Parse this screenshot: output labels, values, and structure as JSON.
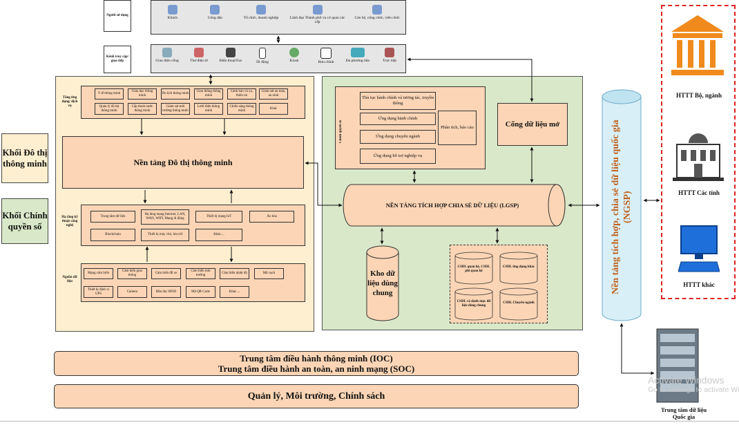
{
  "users_row": {
    "label": "Người sử dụng",
    "items": [
      "Khách",
      "Công dân",
      "Tổ chức, doanh nghiệp",
      "Lãnh đạo Thành phố và cơ quan các cấp",
      "Cán bộ, công chức, viên chức"
    ]
  },
  "channels_row": {
    "label": "Kênh truy cập/ giao tiếp",
    "items": [
      "Giao diện cổng",
      "Thư điện tử",
      "Điện thoại/Fax",
      "Di động",
      "Kiosk",
      "Bưu chính",
      "Đa phương tiện",
      "Trực tiếp"
    ]
  },
  "left_labels": {
    "smart_city": "Khối Đô thị thông minh",
    "e_gov": "Khối Chính quyền số"
  },
  "smart_city": {
    "services_label": "Tầng ứng dụng/ dịch vụ",
    "services": [
      "Y tế thông minh",
      "Giáo dục thông minh",
      "Du lịch thông minh",
      "Giao thông thông minh",
      "Cảnh báo và xu, thiên tai",
      "Giám sát an toàn, an ninh",
      "Quản lý đô thị thông minh",
      "Cấp thoát nước thông minh",
      "Giám sát môi trường thông minh",
      "Lưới điện thông minh",
      "Chiếu sáng thông minh",
      "Khác"
    ],
    "platform": "Nền tảng Đô thị thông minh",
    "infra_label": "Hạ tầng kỹ thuật công nghệ",
    "infra": [
      "Trung tâm dữ liệu",
      "Hạ tầng mạng Internet, LAN, WAN, WIFI, Mạng di động",
      "Thiết bị mạng IoT",
      "Ảo hóa",
      "Blockchain",
      "Thiết bị máy chủ, lưu trữ",
      "Khác...."
    ],
    "data_label": "Nguồn dữ liệu",
    "data_sources": [
      "Mạng cảm biến",
      "Cảm biến giao thông",
      "Cảm biến đỗ xe",
      "Cảm biến môi trường",
      "Cảm biến nhiệt độ",
      "Mã vạch",
      "Thiết bị định vị GPS",
      "Camera",
      "Đầu đọc RFID",
      "Mã QR Code",
      "Khác...."
    ]
  },
  "e_gov": {
    "vertical_label": "Chính quyền số",
    "apps": [
      "Thủ tục hành chính và tương tác, truyền thông",
      "Ứng dụng hành chính",
      "Ứng dụng chuyên ngành",
      "Ứng dụng hỗ trợ nghiệp vụ"
    ],
    "analysis": "Phân tích, báo cáo",
    "open_data": "Cổng dữ liệu mở",
    "lgsp": "NỀN TẢNG TÍCH HỢP CHIA SẺ DỮ LIỆU (LGSP)",
    "shared_store": "Kho dữ liệu dùng chung",
    "databases": [
      "CSDL quan hệ, CSDL phi quan hệ",
      "CSDL ứng dụng khác",
      "CSDL và danh mục dữ liệu dùng chung",
      "CSDL Chuyên ngành"
    ]
  },
  "ngsp": "Nền tảng tích hợp, chia sẻ dữ liệu quốc gia (NGSP)",
  "bottom": {
    "ioc_line1": "Trung tâm điều hành thông minh (IOC)",
    "ioc_line2": "Trung tâm điều hành an toàn, an ninh mạng (SOC)",
    "policy": "Quản lý, Môi trường, Chính sách"
  },
  "right_panel": {
    "ministry": "HTTT Bộ, ngành",
    "province": "HTTT Các tỉnh",
    "other": "HTTT khác"
  },
  "national_dc": "Trung tâm dữ liệu Quốc gia",
  "watermark": {
    "line1": "Activate Windows",
    "line2": "Go to Settings to activate Windows."
  },
  "colors": {
    "peach": "#fbd5b5",
    "cream": "#fdefcf",
    "green": "#d9e8c8",
    "orange": "#f08a1c",
    "blue": "#1e6fd9",
    "red": "#e02020"
  }
}
